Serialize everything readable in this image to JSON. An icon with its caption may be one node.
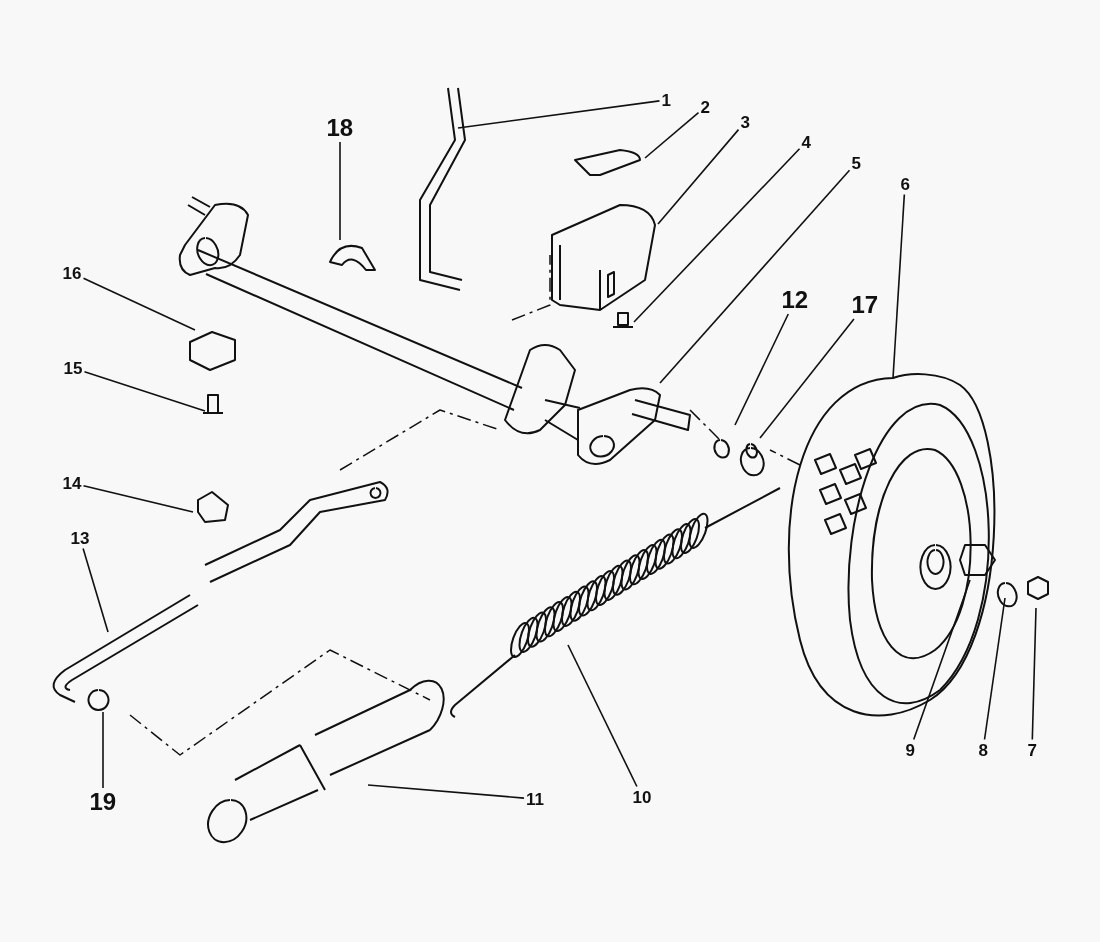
{
  "diagram": {
    "nodes": [
      {
        "text": [
          "1"
        ]
      },
      {
        "text": [
          "18"
        ]
      },
      {
        "text": [
          "2"
        ]
      },
      {
        "text": [
          "3"
        ]
      },
      {
        "text": [
          "4"
        ]
      },
      {
        "text": [
          "5"
        ]
      },
      {
        "text": [
          "6"
        ]
      },
      {
        "text": [
          "16"
        ]
      },
      {
        "text": [
          "12"
        ]
      },
      {
        "text": [
          "17"
        ]
      },
      {
        "text": [
          "15"
        ]
      },
      {
        "text": [
          "14"
        ]
      },
      {
        "text": [
          "13"
        ]
      },
      {
        "text": [
          "9"
        ]
      },
      {
        "text": [
          "8"
        ]
      },
      {
        "text": [
          "7"
        ]
      },
      {
        "text": [
          "10"
        ]
      },
      {
        "text": [
          "11"
        ]
      },
      {
        "text": [
          "19"
        ]
      }
    ],
    "edges": [
      {
        "from": 0,
        "to": null,
        "arrow": "none"
      },
      {
        "from": 1,
        "to": null,
        "arrow": "none"
      },
      {
        "from": 2,
        "to": null,
        "arrow": "none"
      },
      {
        "from": 3,
        "to": null,
        "arrow": "none"
      },
      {
        "from": 4,
        "to": null,
        "arrow": "none"
      },
      {
        "from": 5,
        "to": null,
        "arrow": "none"
      },
      {
        "from": 6,
        "to": null,
        "arrow": "none"
      },
      {
        "from": 7,
        "to": null,
        "arrow": "none"
      },
      {
        "from": 8,
        "to": null,
        "arrow": "none"
      },
      {
        "from": 9,
        "to": null,
        "arrow": "none"
      },
      {
        "from": 10,
        "to": null,
        "arrow": "none"
      },
      {
        "from": 11,
        "to": null,
        "arrow": "none"
      },
      {
        "from": 12,
        "to": null,
        "arrow": "none"
      },
      {
        "from": 13,
        "to": null,
        "arrow": "none"
      },
      {
        "from": 14,
        "to": null,
        "arrow": "none"
      },
      {
        "from": 15,
        "to": null,
        "arrow": "none"
      },
      {
        "from": 16,
        "to": null,
        "arrow": "none"
      },
      {
        "from": 17,
        "to": null,
        "arrow": "none"
      },
      {
        "from": 18,
        "to": null,
        "arrow": "none"
      }
    ]
  }
}
